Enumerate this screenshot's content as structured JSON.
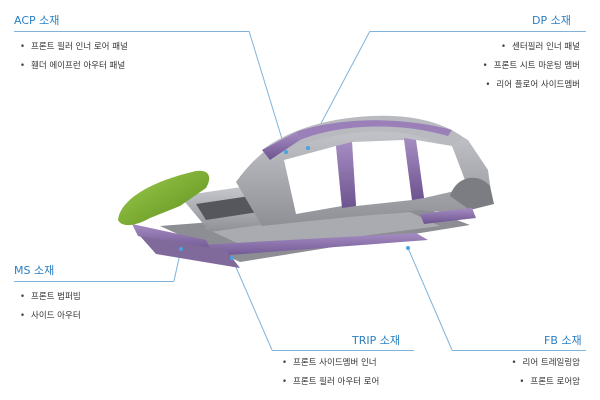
{
  "labels": {
    "acp": {
      "title": "ACP 소재",
      "items": [
        "프론트 필러 인너 로어 패널",
        "휀더 에이프런 아우터 패널"
      ]
    },
    "dp": {
      "title": "DP 소재",
      "items": [
        "센터필러 인너 패널",
        "프론트 시트 마운팅 멤버",
        "리어 플로어 사이드멤버"
      ]
    },
    "ms": {
      "title": "MS 소재",
      "items": [
        "프론트 범퍼빔",
        "사이드 아우터"
      ]
    },
    "trip": {
      "title": "TRIP 소재",
      "items": [
        "프론트 사이드멤버 인너",
        "프론트 필러 아우터 로어"
      ]
    },
    "fb": {
      "title": "FB 소재",
      "items": [
        "리어 트레일링암",
        "프론트 로어암"
      ]
    }
  },
  "colors": {
    "accent": "#2a7fc0",
    "leader_line": "#7fb3d9",
    "body_gray": "#9a9ca2",
    "highlight_purple": "#8b6fa8",
    "highlight_green": "#7fae2e"
  }
}
